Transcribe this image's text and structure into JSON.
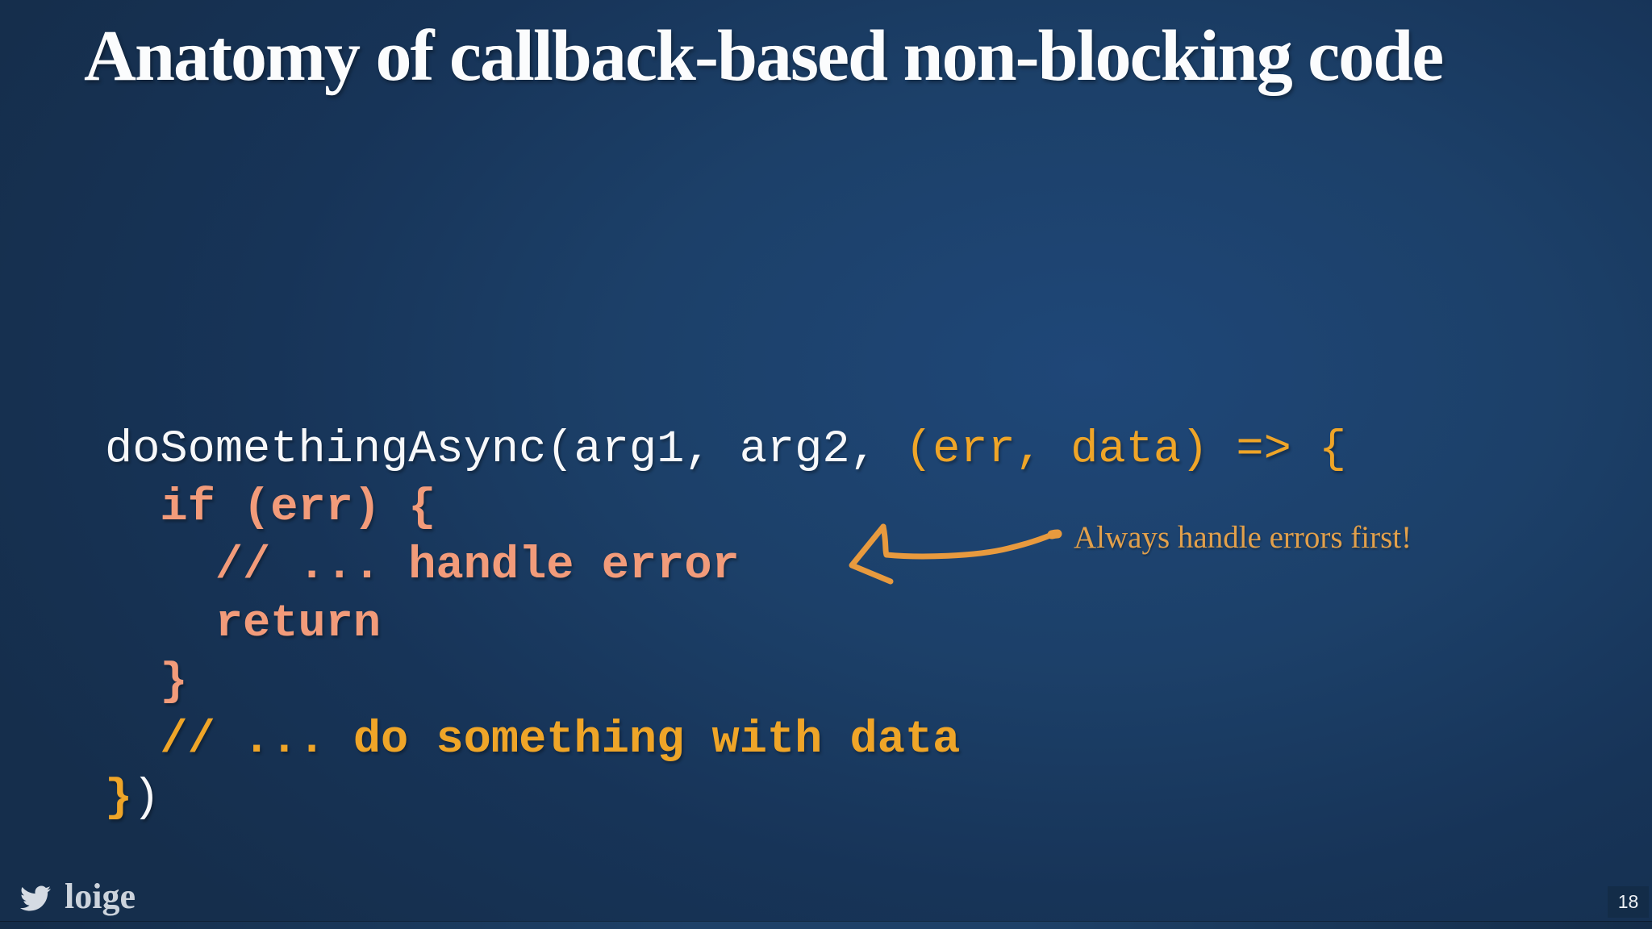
{
  "slide": {
    "title": "Anatomy of callback-based non-blocking code",
    "code": {
      "lines": [
        {
          "segments": [
            {
              "text": "doSomethingAsync(arg1, arg2, ",
              "style": "white"
            },
            {
              "text": "(err, data) => {",
              "style": "orange"
            }
          ]
        },
        {
          "segments": [
            {
              "text": "  if (err) {",
              "style": "salmon"
            }
          ]
        },
        {
          "segments": [
            {
              "text": "    // ... handle error",
              "style": "salmon"
            }
          ]
        },
        {
          "segments": [
            {
              "text": "    return",
              "style": "salmon"
            }
          ]
        },
        {
          "segments": [
            {
              "text": "  }",
              "style": "salmon"
            }
          ]
        },
        {
          "segments": [
            {
              "text": "  // ... do something with data",
              "style": "orange-bold"
            }
          ]
        },
        {
          "segments": [
            {
              "text": "}",
              "style": "orange-bold"
            },
            {
              "text": ")",
              "style": "white"
            }
          ]
        }
      ]
    },
    "annotation": {
      "text": "Always handle errors first!",
      "icon": "hand-drawn-left-arrow"
    },
    "footer": {
      "icon": "twitter-bird",
      "handle": "loige"
    },
    "page_number": "18",
    "colors": {
      "code_white": "#f7f8fa",
      "code_orange": "#efa528",
      "code_salmon": "#f29b7a",
      "annotation": "#e2a04b",
      "arrow": "#e89a3e",
      "footer_text": "#ccd3dc",
      "badge_background": "#132c48",
      "background_center": "#1f4778",
      "background_edge": "#152e4c"
    }
  }
}
